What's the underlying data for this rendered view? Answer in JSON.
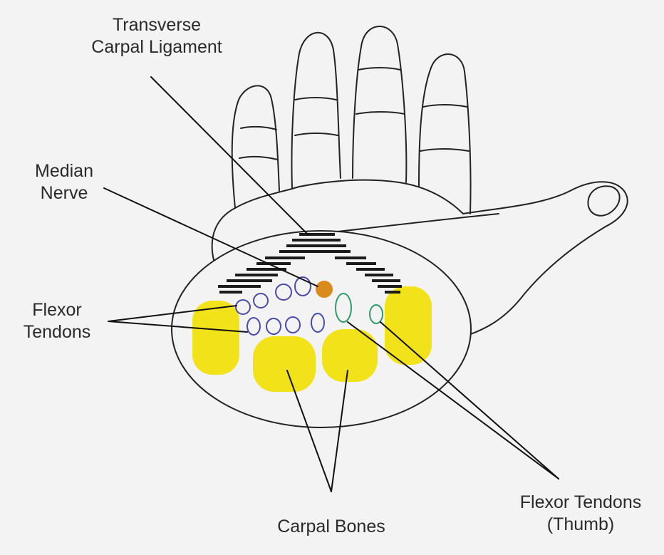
{
  "labels": {
    "transverse_carpal_ligament": [
      "Transverse",
      "Carpal Ligament"
    ],
    "median_nerve": [
      "Median",
      "Nerve"
    ],
    "flexor_tendons": [
      "Flexor",
      "Tendons"
    ],
    "carpal_bones": "Carpal Bones",
    "flexor_tendons_thumb": [
      "Flexor Tendons",
      "(Thumb)"
    ]
  },
  "colors": {
    "background": "#f3f3f3",
    "outline": "#222222",
    "bone": "#f2e21a",
    "median_nerve": "#d98b1d",
    "flexor_tendon": "#4a4aa8",
    "thumb_tendon": "#2f9a6a",
    "ligament": "#1c1c1c"
  }
}
